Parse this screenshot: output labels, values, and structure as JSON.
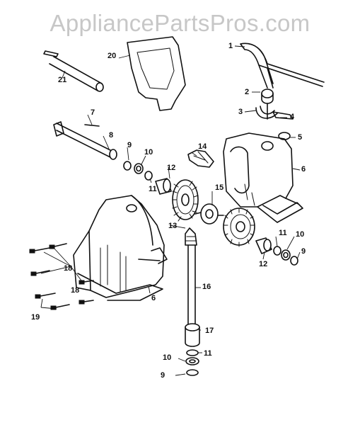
{
  "watermark": "AppliancePartsPros.com",
  "callouts": [
    "1",
    "2",
    "3",
    "4",
    "5",
    "6",
    "7",
    "8",
    "9",
    "10",
    "11",
    "12",
    "13",
    "14",
    "15",
    "16",
    "17",
    "18",
    "19",
    "20",
    "21",
    "6",
    "9",
    "10",
    "11",
    "12",
    "18",
    "9",
    "10",
    "11"
  ]
}
